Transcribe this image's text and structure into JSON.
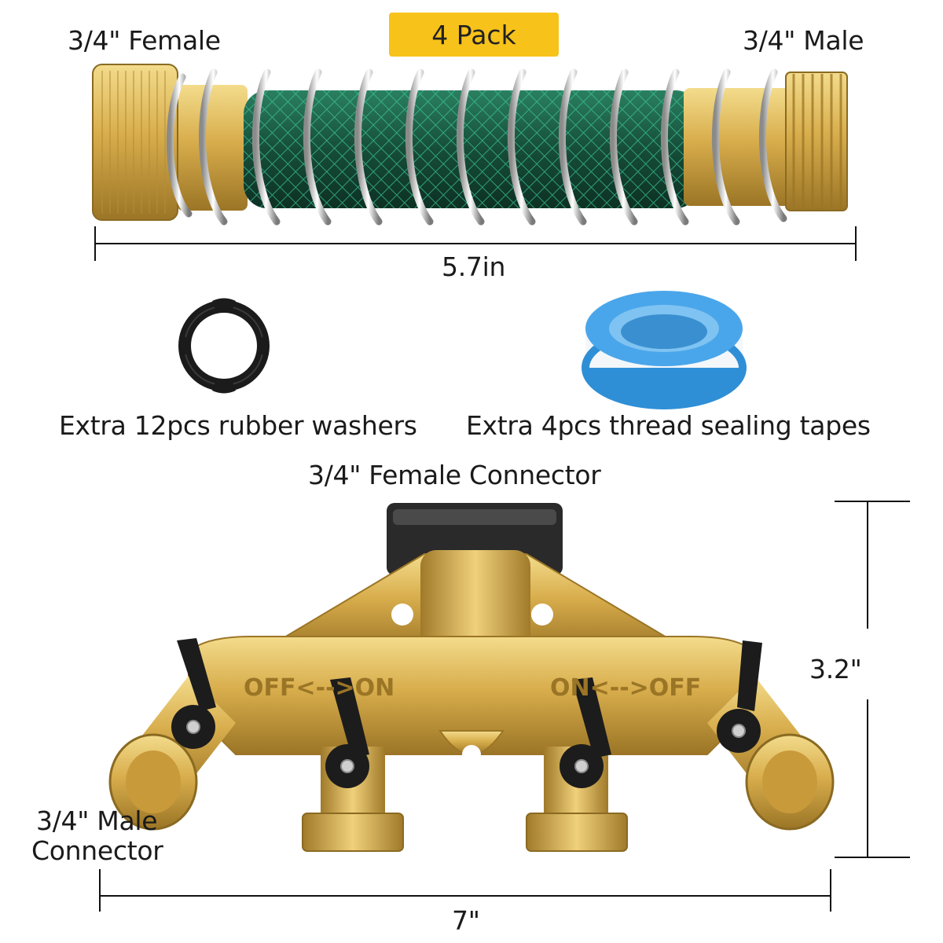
{
  "hose_extender": {
    "badge": "4 Pack",
    "left_end_label": "3/4\" Female",
    "right_end_label": "3/4\" Male",
    "length_label": "5.7in"
  },
  "accessories": {
    "washers_label": "Extra 12pcs rubber  washers",
    "tapes_label": "Extra 4pcs thread sealing tapes"
  },
  "splitter": {
    "top_label": "3/4\" Female Connector",
    "outlet_label_line1": "3/4\" Male",
    "outlet_label_line2": "Connector",
    "height_label": "3.2\"",
    "width_label": "7\"",
    "engraving_left": "OFF<-->ON",
    "engraving_right": "ON<-->OFF"
  },
  "colors": {
    "brass": "#d9b25a",
    "brass_dark": "#a7822c",
    "hose_green": "#1f6b4e",
    "handle_black": "#1c1c1c",
    "badge_yellow": "#f7c21a",
    "tape_blue": "#2f8fd6"
  }
}
